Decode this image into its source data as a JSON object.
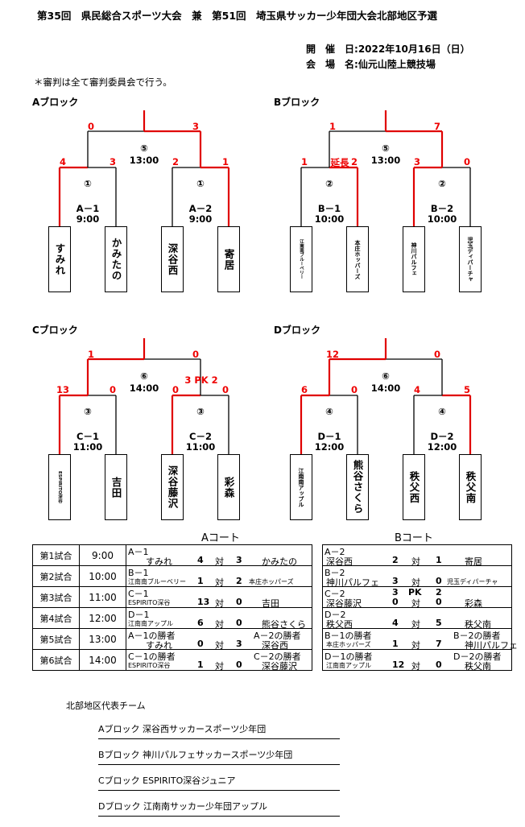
{
  "title": "第35回　県民総合スポーツ大会　兼　第51回　埼玉県サッカー少年団大会北部地区予選",
  "info": {
    "date_label": "開　催　日:",
    "date": "2022年10月16日（日）",
    "venue_label": "会　場　名:",
    "venue": "仙元山陸上競技場"
  },
  "note": "＊審判は全て審判委員会で行う。",
  "blocks": [
    {
      "name": "Aブロック",
      "final_no": "⑤",
      "final_time": "13:00",
      "final_scores": [
        "0",
        "3"
      ],
      "semis": [
        {
          "no": "①",
          "label": "A－1",
          "time": "9:00",
          "scores": [
            "4",
            "3"
          ]
        },
        {
          "no": "①",
          "label": "A－2",
          "time": "9:00",
          "scores": [
            "2",
            "1"
          ]
        }
      ],
      "teams": [
        "すみれ",
        "かみたの",
        "深谷西",
        "寄居"
      ],
      "extra": ""
    },
    {
      "name": "Bブロック",
      "final_no": "⑤",
      "final_time": "13:00",
      "final_scores": [
        "1",
        "7"
      ],
      "semis": [
        {
          "no": "②",
          "label": "B－1",
          "time": "10:00",
          "scores": [
            "1",
            "2"
          ]
        },
        {
          "no": "②",
          "label": "B－2",
          "time": "10:00",
          "scores": [
            "3",
            "0"
          ]
        }
      ],
      "teams": [
        "江南南ブルーベリー",
        "本庄ホッパーズ",
        "神川パルフェ",
        "児玉ディパーチャ"
      ],
      "extra": "延長"
    },
    {
      "name": "Cブロック",
      "final_no": "⑥",
      "final_time": "14:00",
      "final_scores": [
        "1",
        "0"
      ],
      "semis": [
        {
          "no": "③",
          "label": "C－1",
          "time": "11:00",
          "scores": [
            "13",
            "0"
          ]
        },
        {
          "no": "③",
          "label": "C－2",
          "time": "11:00",
          "scores": [
            "0",
            "0"
          ]
        }
      ],
      "teams": [
        "ESPIRITO深谷",
        "吉田",
        "深谷藤沢",
        "彩森"
      ],
      "extra": "3 PK 2"
    },
    {
      "name": "Dブロック",
      "final_no": "⑥",
      "final_time": "14:00",
      "final_scores": [
        "12",
        "0"
      ],
      "semis": [
        {
          "no": "④",
          "label": "D－1",
          "time": "12:00",
          "scores": [
            "6",
            "0"
          ]
        },
        {
          "no": "④",
          "label": "D－2",
          "time": "12:00",
          "scores": [
            "4",
            "5"
          ]
        }
      ],
      "teams": [
        "江南南アップル",
        "熊谷さくら",
        "秩父西",
        "秩父南"
      ],
      "extra": ""
    }
  ],
  "courts": {
    "a": "Aコート",
    "b": "Bコート"
  },
  "vs": "対",
  "schedule": [
    {
      "match": "第1試合",
      "time": "9:00",
      "a": {
        "label": "A－1",
        "t1": "すみれ",
        "s1": "4",
        "s2": "3",
        "t2": "かみたの"
      },
      "b": {
        "label": "A－2",
        "t1": "深谷西",
        "s1": "2",
        "s2": "1",
        "t2": "寄居"
      }
    },
    {
      "match": "第2試合",
      "time": "10:00",
      "a": {
        "label": "B－1",
        "t1": "江南南ブルーベリー",
        "s1": "1",
        "s2": "2",
        "t2": "本庄ホッパーズ"
      },
      "b": {
        "label": "B－2",
        "t1": "神川パルフェ",
        "s1": "3",
        "s2": "0",
        "t2": "児玉ディパーチャ"
      }
    },
    {
      "match": "第3試合",
      "time": "11:00",
      "a": {
        "label": "C－1",
        "t1": "ESPIRITO深谷",
        "s1": "13",
        "s2": "0",
        "t2": "吉田"
      },
      "b": {
        "label": "C－2",
        "t1": "深谷藤沢",
        "s1": "0",
        "s2": "0",
        "t2": "彩森",
        "pk": "PK",
        "pk1": "3",
        "pk2": "2"
      }
    },
    {
      "match": "第4試合",
      "time": "12:00",
      "a": {
        "label": "D－1",
        "t1": "江南南アップル",
        "s1": "6",
        "s2": "0",
        "t2": "熊谷さくら"
      },
      "b": {
        "label": "D－2",
        "t1": "秩父西",
        "s1": "4",
        "s2": "5",
        "t2": "秩父南"
      }
    },
    {
      "match": "第5試合",
      "time": "13:00",
      "a": {
        "label": "A－1の勝者",
        "label2": "A－2の勝者",
        "t1": "すみれ",
        "s1": "0",
        "s2": "3",
        "t2": "深谷西"
      },
      "b": {
        "label": "B－1の勝者",
        "label2": "B－2の勝者",
        "t1": "本庄ホッパーズ",
        "s1": "1",
        "s2": "7",
        "t2": "神川パルフェ"
      }
    },
    {
      "match": "第6試合",
      "time": "14:00",
      "a": {
        "label": "C－1の勝者",
        "label2": "C－2の勝者",
        "t1": "ESPIRITO深谷",
        "s1": "1",
        "s2": "0",
        "t2": "深谷藤沢"
      },
      "b": {
        "label": "D－1の勝者",
        "label2": "D－2の勝者",
        "t1": "江南南アップル",
        "s1": "12",
        "s2": "0",
        "t2": "秩父南"
      }
    }
  ],
  "representatives": {
    "heading": "北部地区代表チーム",
    "items": [
      "Aブロック  深谷西サッカースポーツ少年団",
      "Bブロック  神川パルフェサッカースポーツ少年団",
      "Cブロック  ESPIRITO深谷ジュニア",
      "Dブロック  江南南サッカー少年団アップル"
    ]
  },
  "colors": {
    "win_line": "#e00000",
    "line": "#000000",
    "score": "#e00000"
  }
}
